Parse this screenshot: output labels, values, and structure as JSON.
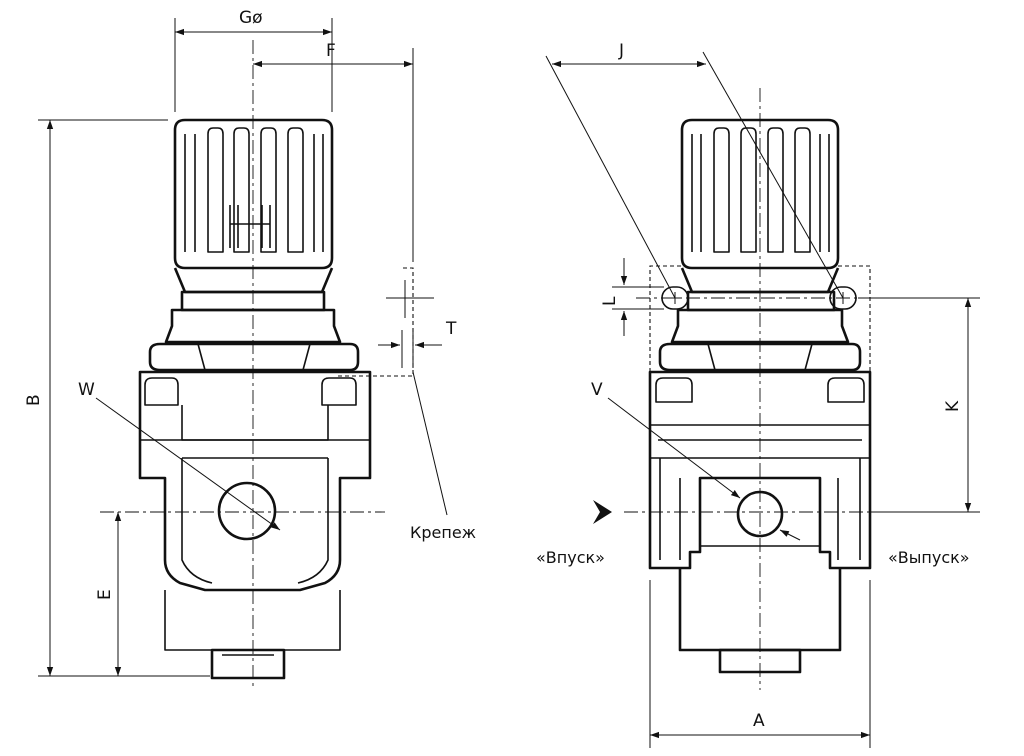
{
  "labels": {
    "g_diameter": "Gø",
    "f": "F",
    "b": "B",
    "w": "W",
    "t": "T",
    "e": "E",
    "mounting": "Крепеж",
    "j": "J",
    "l": "L",
    "v": "V",
    "k": "K",
    "a": "A",
    "inlet": "«Впуск»",
    "outlet": "«Выпуск»"
  },
  "colors": {
    "line": "#111111",
    "background": "#ffffff"
  }
}
